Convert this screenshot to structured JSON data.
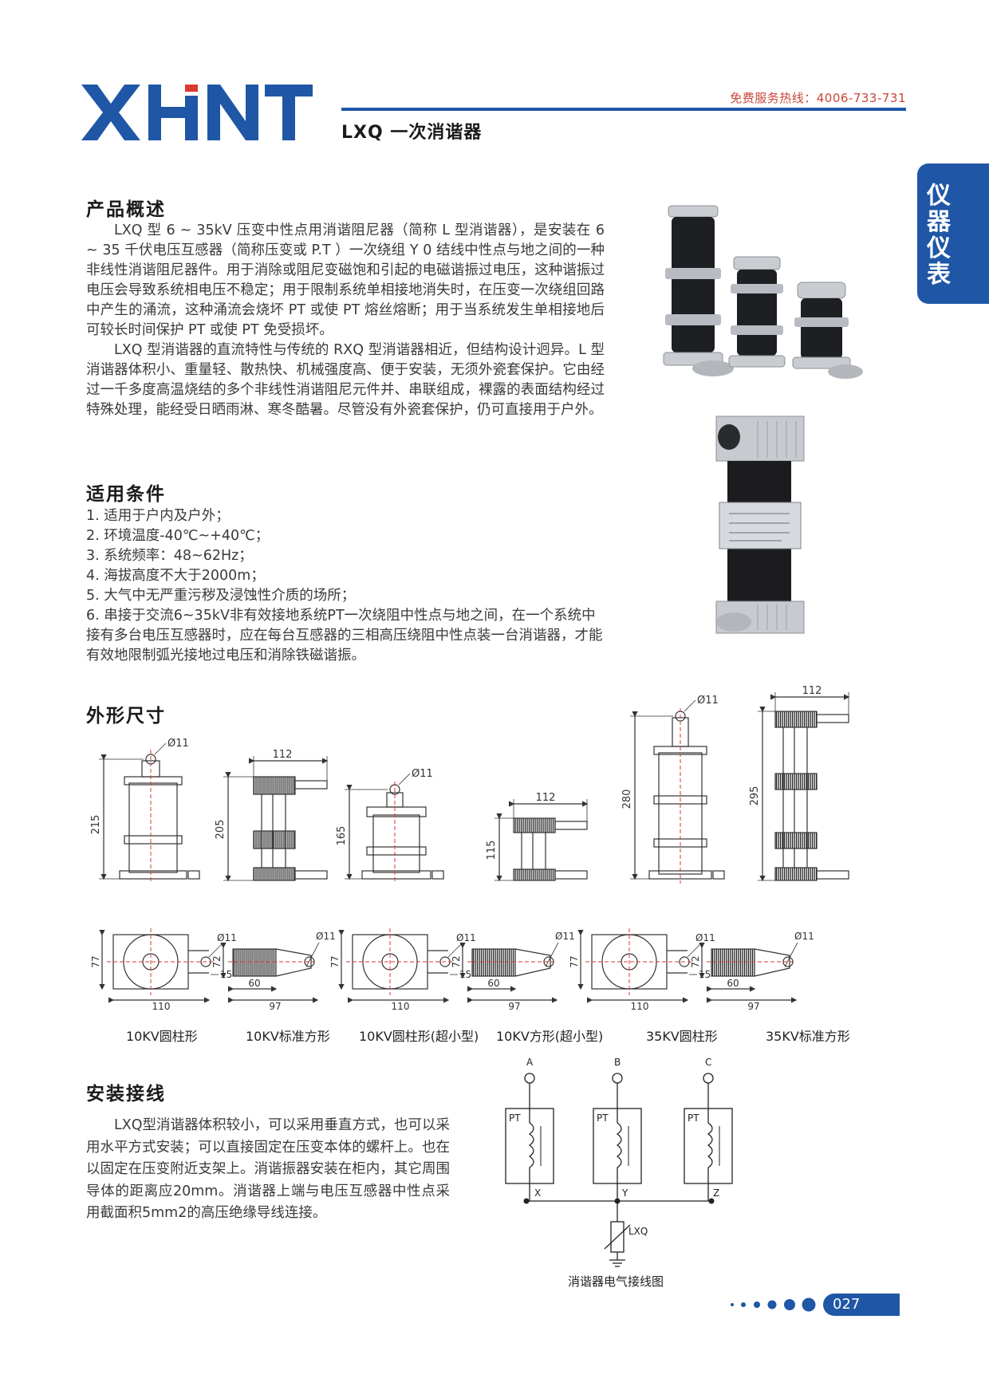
{
  "header": {
    "brand": "XHNT",
    "hotline": "免费服务热线：4006-733-731",
    "product_title": "LXQ 一次消谐器"
  },
  "side_tab": {
    "label": "仪器仪表"
  },
  "overview": {
    "heading": "产品概述",
    "paragraphs": [
      "LXQ 型 6 ~ 35kV 压变中性点用消谐阻尼器（简称 L 型消谐器），是安装在 6 ~ 35 千伏电压互感器（简称压变或 P.T ）一次绕组 Y 0 结线中性点与地之间的一种非线性消谐阻尼器件。用于消除或阻尼变磁饱和引起的电磁谐振过电压，这种谐振过电压会导致系统相电压不稳定；用于限制系统单相接地消失时，在压变一次绕组回路中产生的涌流，这种涌流会烧坏 PT 或使 PT 熔丝熔断；用于当系统发生单相接地后可较长时间保护 PT 或使 PT 免受损坏。",
      "LXQ 型消谐器的直流特性与传统的 RXQ 型消谐器相近，但结构设计迥异。L 型消谐器体积小、重量轻、散热快、机械强度高、便于安装，无须外瓷套保护。它由经过一千多度高温烧结的多个非线性消谐阻尼元件并、串联组成，裸露的表面结构经过特殊处理，能经受日晒雨淋、寒冬酷暑。尽管没有外瓷套保护，仍可直接用于户外。"
    ]
  },
  "conditions": {
    "heading": "适用条件",
    "items": [
      "1.  适用于户内及户外；",
      "2.  环境温度-40℃~+40℃；",
      "3.  系统频率：48~62Hz；",
      "4.  海拔高度不大于2000m；",
      "5.  大气中无严重污秽及浸蚀性介质的场所；",
      "6.  串接于交流6~35kV非有效接地系统PT一次绕阻中性点与地之间，在一个系统中接有多台电压互感器时，应在每台互感器的三相高压绕阻中性点装一台消谐器，才能有效地限制弧光接地过电压和消除铁磁谐振。"
    ]
  },
  "dimensions": {
    "heading": "外形尺寸",
    "hole": "Ø11",
    "width_112": "112",
    "heights": [
      "215",
      "205",
      "165",
      "115",
      "280",
      "295"
    ],
    "base": {
      "d77": "77",
      "d110": "110",
      "d15": "15",
      "d72": "72",
      "d60": "60",
      "d97": "97"
    },
    "captions": [
      "10KV圆柱形",
      "10KV标准方形",
      "10KV圆柱形(超小型)",
      "10KV方形(超小型)",
      "35KV圆柱形",
      "35KV标准方形"
    ]
  },
  "installation": {
    "heading": "安装接线",
    "paragraph": "LXQ型消谐器体积较小，可以采用垂直方式，也可以采用水平方式安装；可以直接固定在压变本体的螺杆上。也在以固定在压变附近支架上。消谐振器安装在柜内，其它周围导体的距离应20mm。消谐器上端与电压互感器中性点采用截面积5mm2的高压绝缘导线连接。"
  },
  "wiring": {
    "phases": [
      "A",
      "B",
      "C"
    ],
    "pt_label": "PT",
    "neutral": [
      "X",
      "Y",
      "Z"
    ],
    "device": "LXQ",
    "caption": "消谐器电气接线图"
  },
  "footer": {
    "page": "027"
  },
  "colors": {
    "brand_blue": "#1f57a6",
    "accent_red": "#d93a2b",
    "hotline_red": "#c8453a"
  }
}
